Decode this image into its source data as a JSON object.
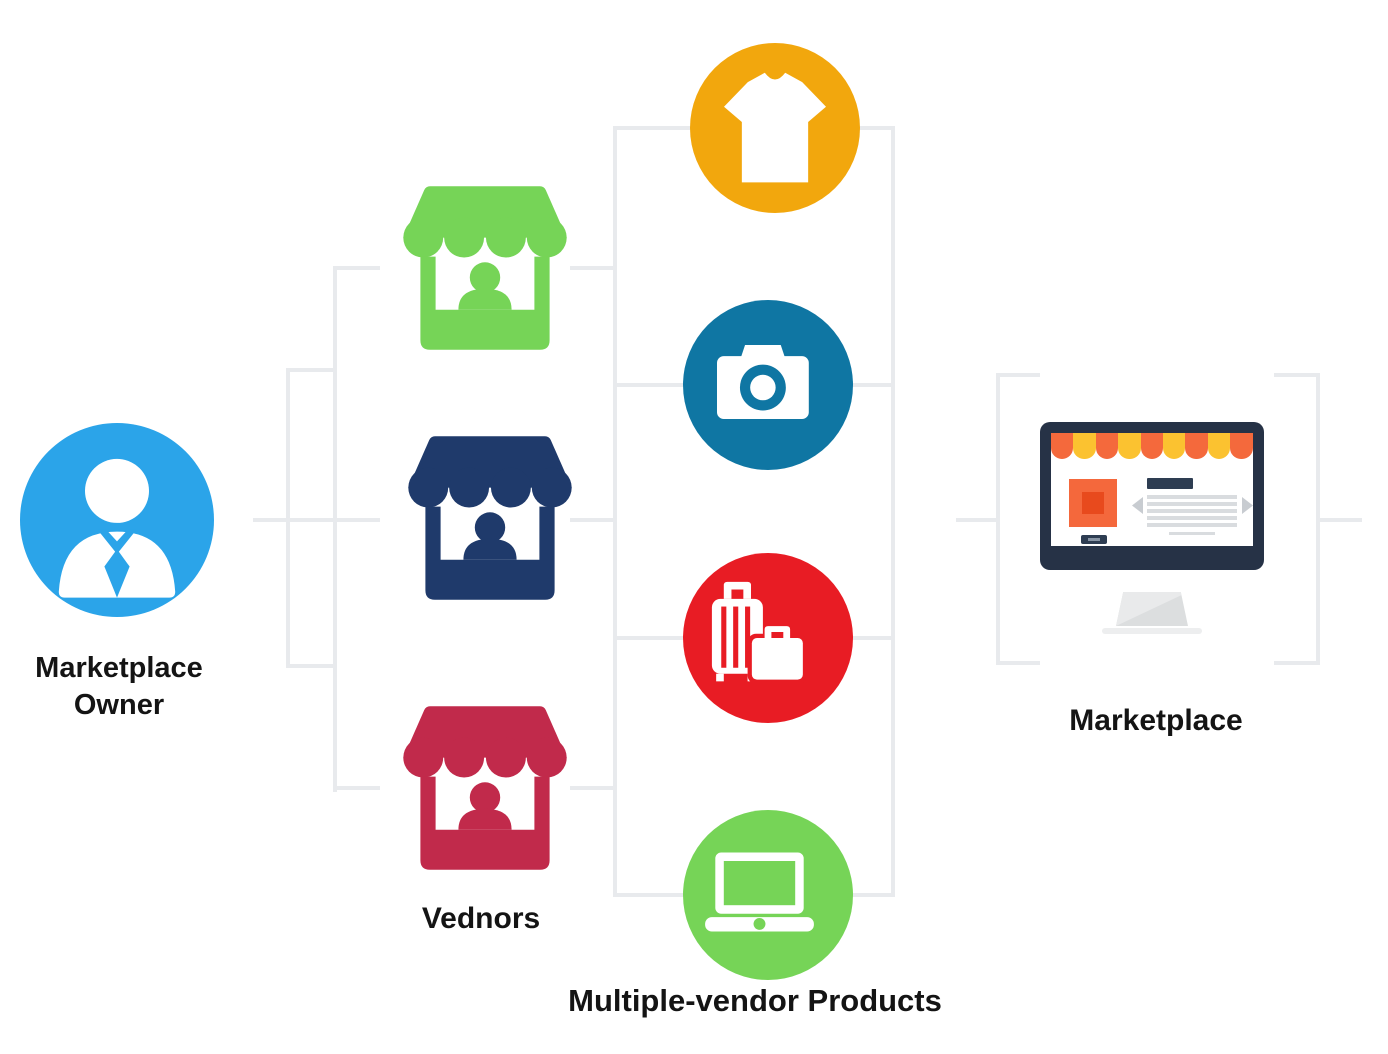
{
  "connector_color": "#E8EAED",
  "owner": {
    "label_line1": "Marketplace",
    "label_line2": "Owner",
    "color": "#2BA4E9"
  },
  "vendors": {
    "label": "Vednors",
    "items": [
      {
        "name": "green-store",
        "color": "#76D457"
      },
      {
        "name": "navy-store",
        "color": "#1F3A6B"
      },
      {
        "name": "red-store",
        "color": "#C12A4B"
      }
    ]
  },
  "products": {
    "label": "Multiple-vendor Products",
    "items": [
      {
        "name": "tshirt",
        "color": "#F2A70D"
      },
      {
        "name": "camera",
        "color": "#0F76A3"
      },
      {
        "name": "luggage",
        "color": "#E81C24"
      },
      {
        "name": "laptop",
        "color": "#76D457"
      }
    ]
  },
  "marketplace": {
    "label": "Marketplace",
    "frame_color": "#263246",
    "awning_orange": "#F4693C",
    "awning_yellow": "#FBC230",
    "product_square": "#F4683C",
    "product_square_inner": "#E84A1D",
    "ui_navy": "#2E3D52",
    "ui_gray": "#D9DCDF",
    "chevron_gray": "#C8CCD1",
    "stand_gray": "#DCDEDF",
    "stand_light": "#E9EAEB",
    "base_gray": "#EDEEEF"
  }
}
